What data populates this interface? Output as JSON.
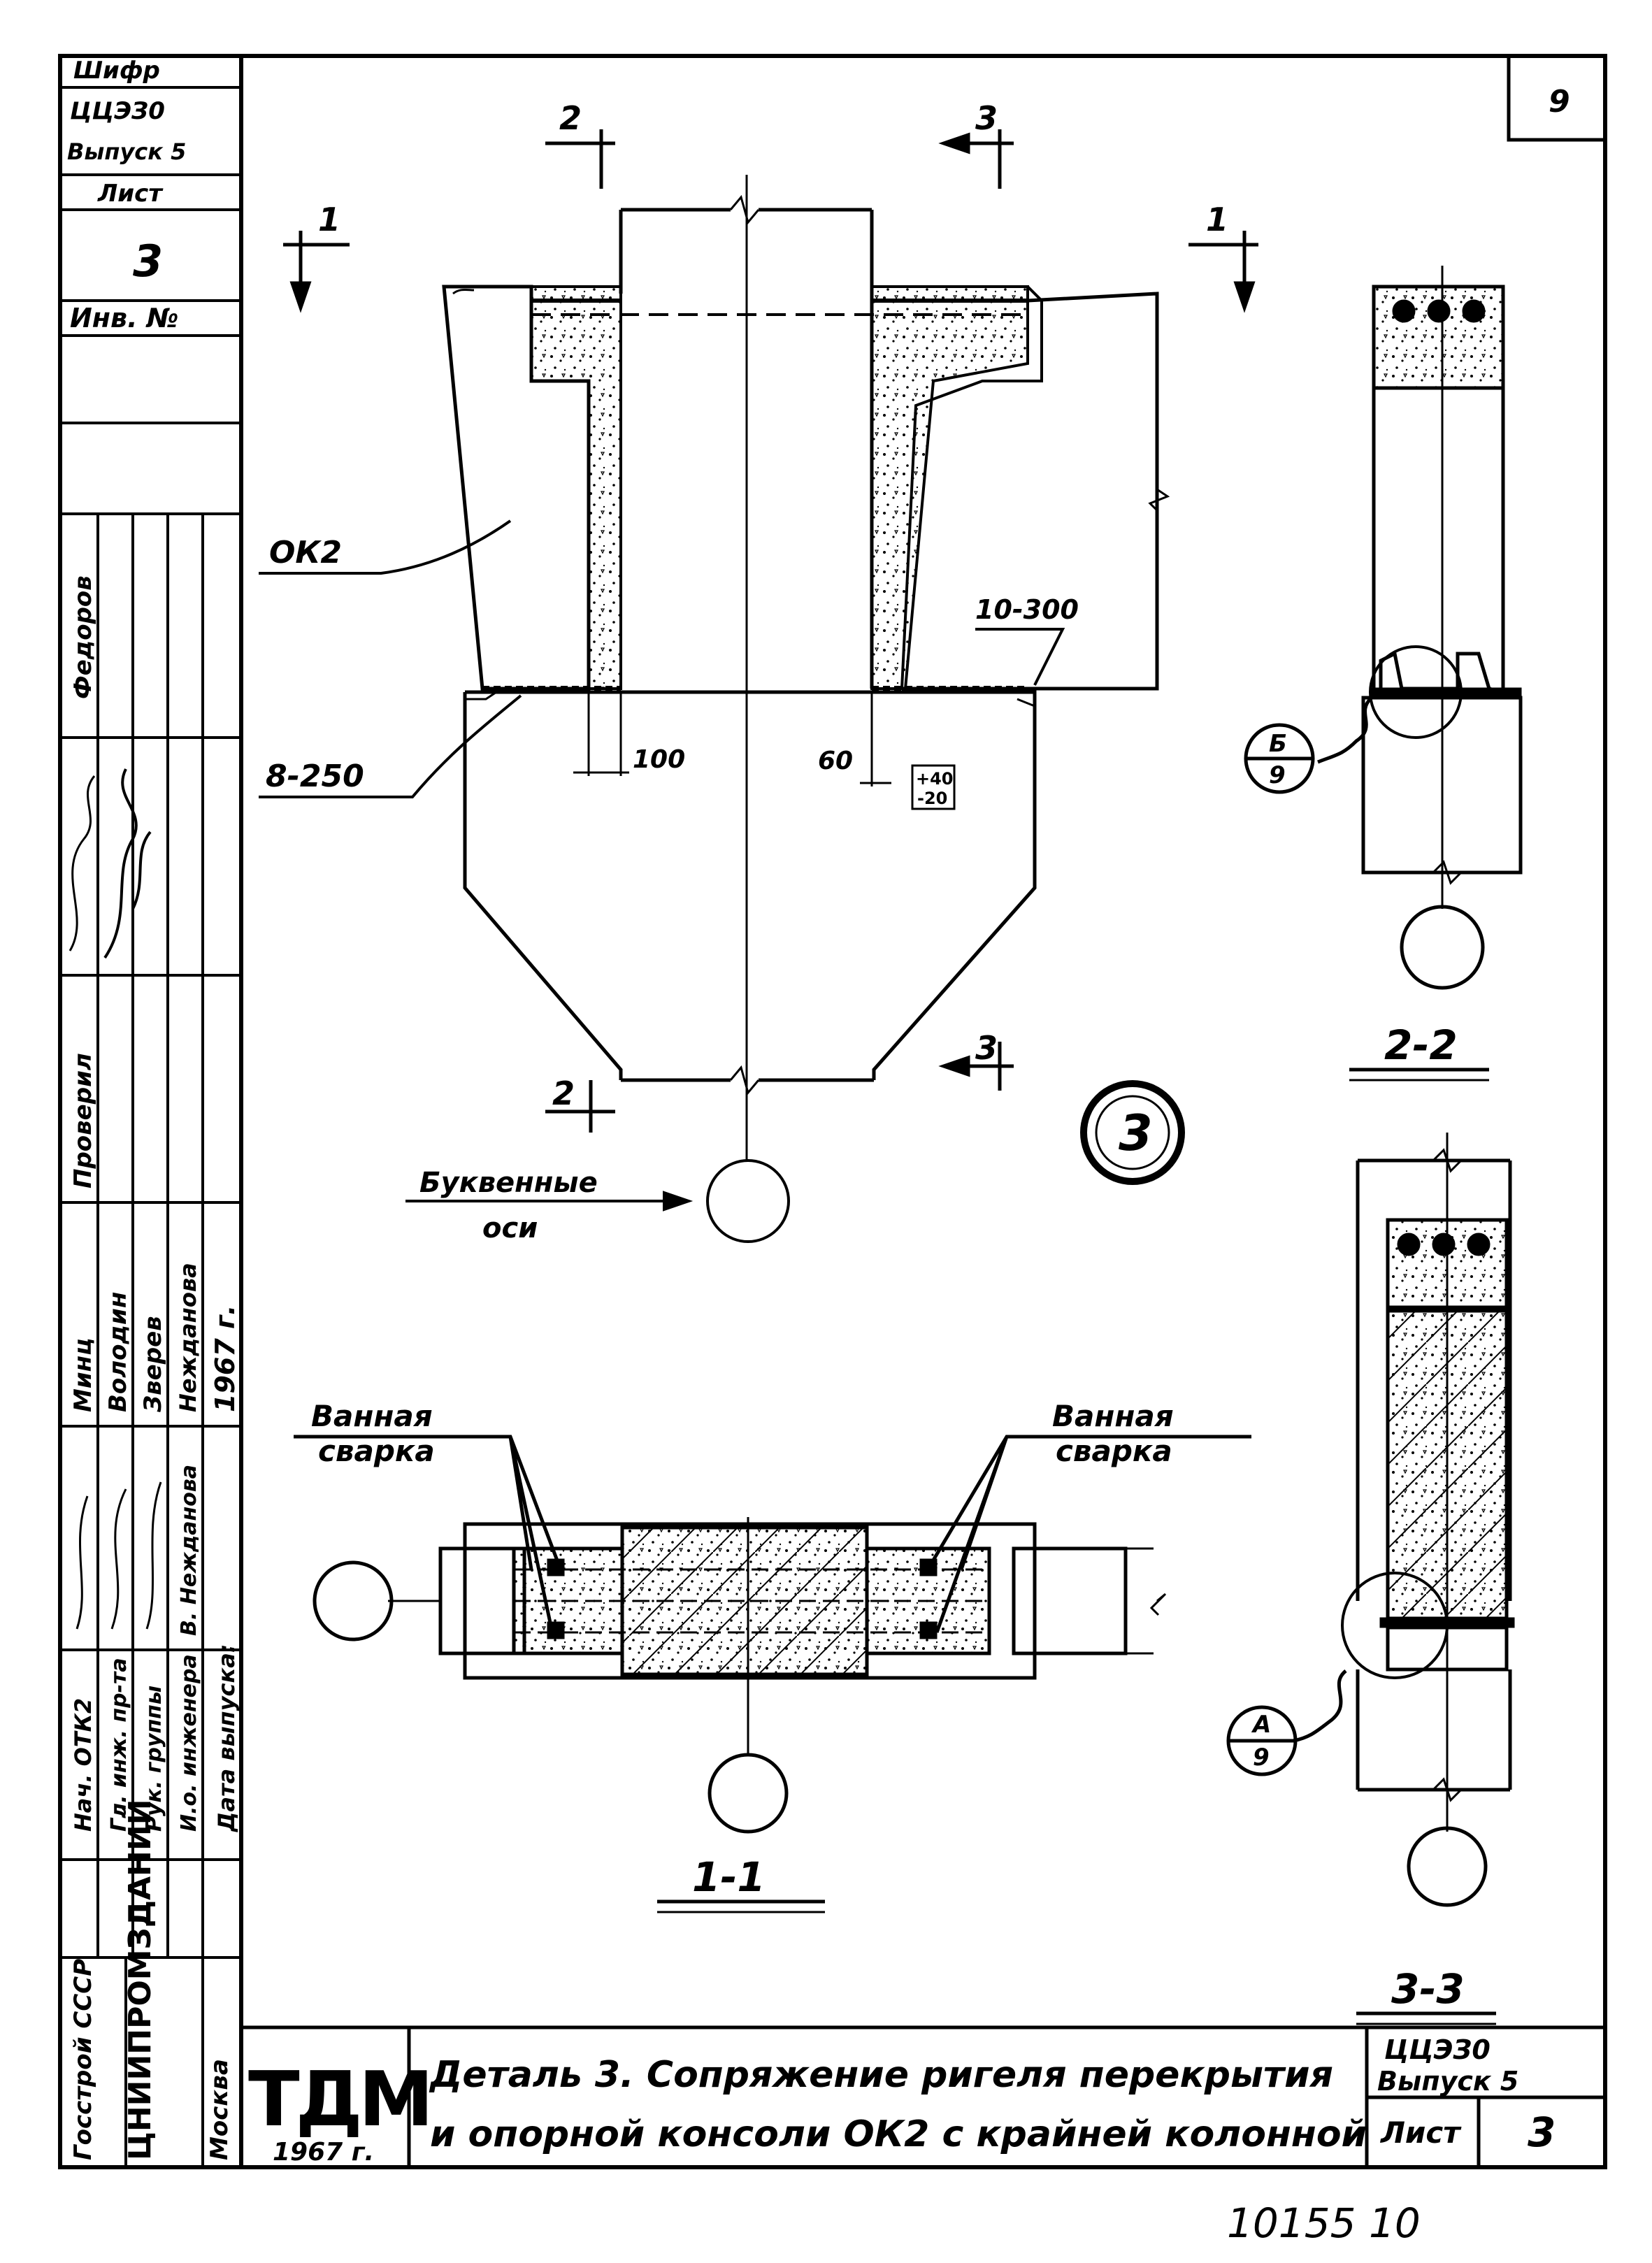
{
  "side_stamp": {
    "cipher_label": "Шифр",
    "cipher_code": "ЦЦЭЗ0",
    "cipher_issue": "Выпуск 5",
    "sheet_label": "Лист",
    "sheet_value": "3",
    "inv_label": "Инв. №",
    "names_top": [
      "Федоров",
      "Проверил"
    ],
    "roles": [
      "Нач. ОТК2",
      "Гл. инж. пр-та",
      "Рук. группы",
      "И.о. инженера",
      "Дата выпуска:"
    ],
    "signers": [
      "Минц",
      "Володин",
      "Зверев",
      "Нежданова",
      "1967 г."
    ],
    "sign_notes": [
      "В. Нежданова"
    ],
    "org_1": "Госстрой СССР",
    "org_2": "ЦНИИПРОМЗДАНИЙ",
    "city": "Москва"
  },
  "page_number": "9",
  "drawing": {
    "section_marks": {
      "m1l": "1",
      "m1r": "1",
      "m2t": "2",
      "m2b": "2",
      "m3t": "3",
      "m3b": "3"
    },
    "label_ok2": "ОК2",
    "label_8_250": "8-250",
    "label_10_300": "10-300",
    "dim_100": "100",
    "dim_60": "60",
    "tol_plus": "+40",
    "tol_minus": "-20",
    "detail_no": "3",
    "letter_axes_1": "Буквенные",
    "letter_axes_2": "оси",
    "bath_weld_1": "Ванная",
    "bath_weld_2": "сварка",
    "section_1_1": "1-1",
    "section_2_2": "2-2",
    "section_3_3": "3-3",
    "callout_b_top": "Б",
    "callout_b_bot": "9",
    "callout_a_top": "А",
    "callout_a_bot": "9"
  },
  "title_block": {
    "logo": "ТДМ",
    "year": "1967 г.",
    "title_line1": "Деталь 3.    Сопряжение ригеля перекрытия",
    "title_line2": "и опорной консоли ОК2 с крайней колонной",
    "code": "ЦЦЭЗ0",
    "issue": "Выпуск 5",
    "sheet_label": "Лист",
    "sheet_value": "3"
  },
  "footer_number": "10155  10"
}
